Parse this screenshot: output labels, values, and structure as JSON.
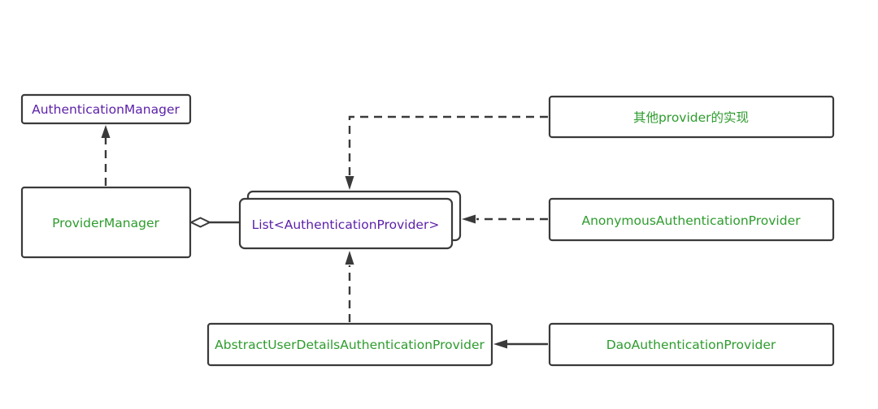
{
  "nodes": {
    "authentication_manager": "AuthenticationManager",
    "provider_manager": "ProviderManager",
    "provider_list": "List<AuthenticationProvider>",
    "other_providers": "其他provider的实现",
    "anonymous_provider": "AnonymousAuthenticationProvider",
    "abstract_user_details_provider": "AbstractUserDetailsAuthenticationProvider",
    "dao_provider": "DaoAuthenticationProvider"
  },
  "colors": {
    "interface_text": "#5b1fa8",
    "class_text": "#2e9c2e",
    "stroke": "#3a3a3a"
  }
}
